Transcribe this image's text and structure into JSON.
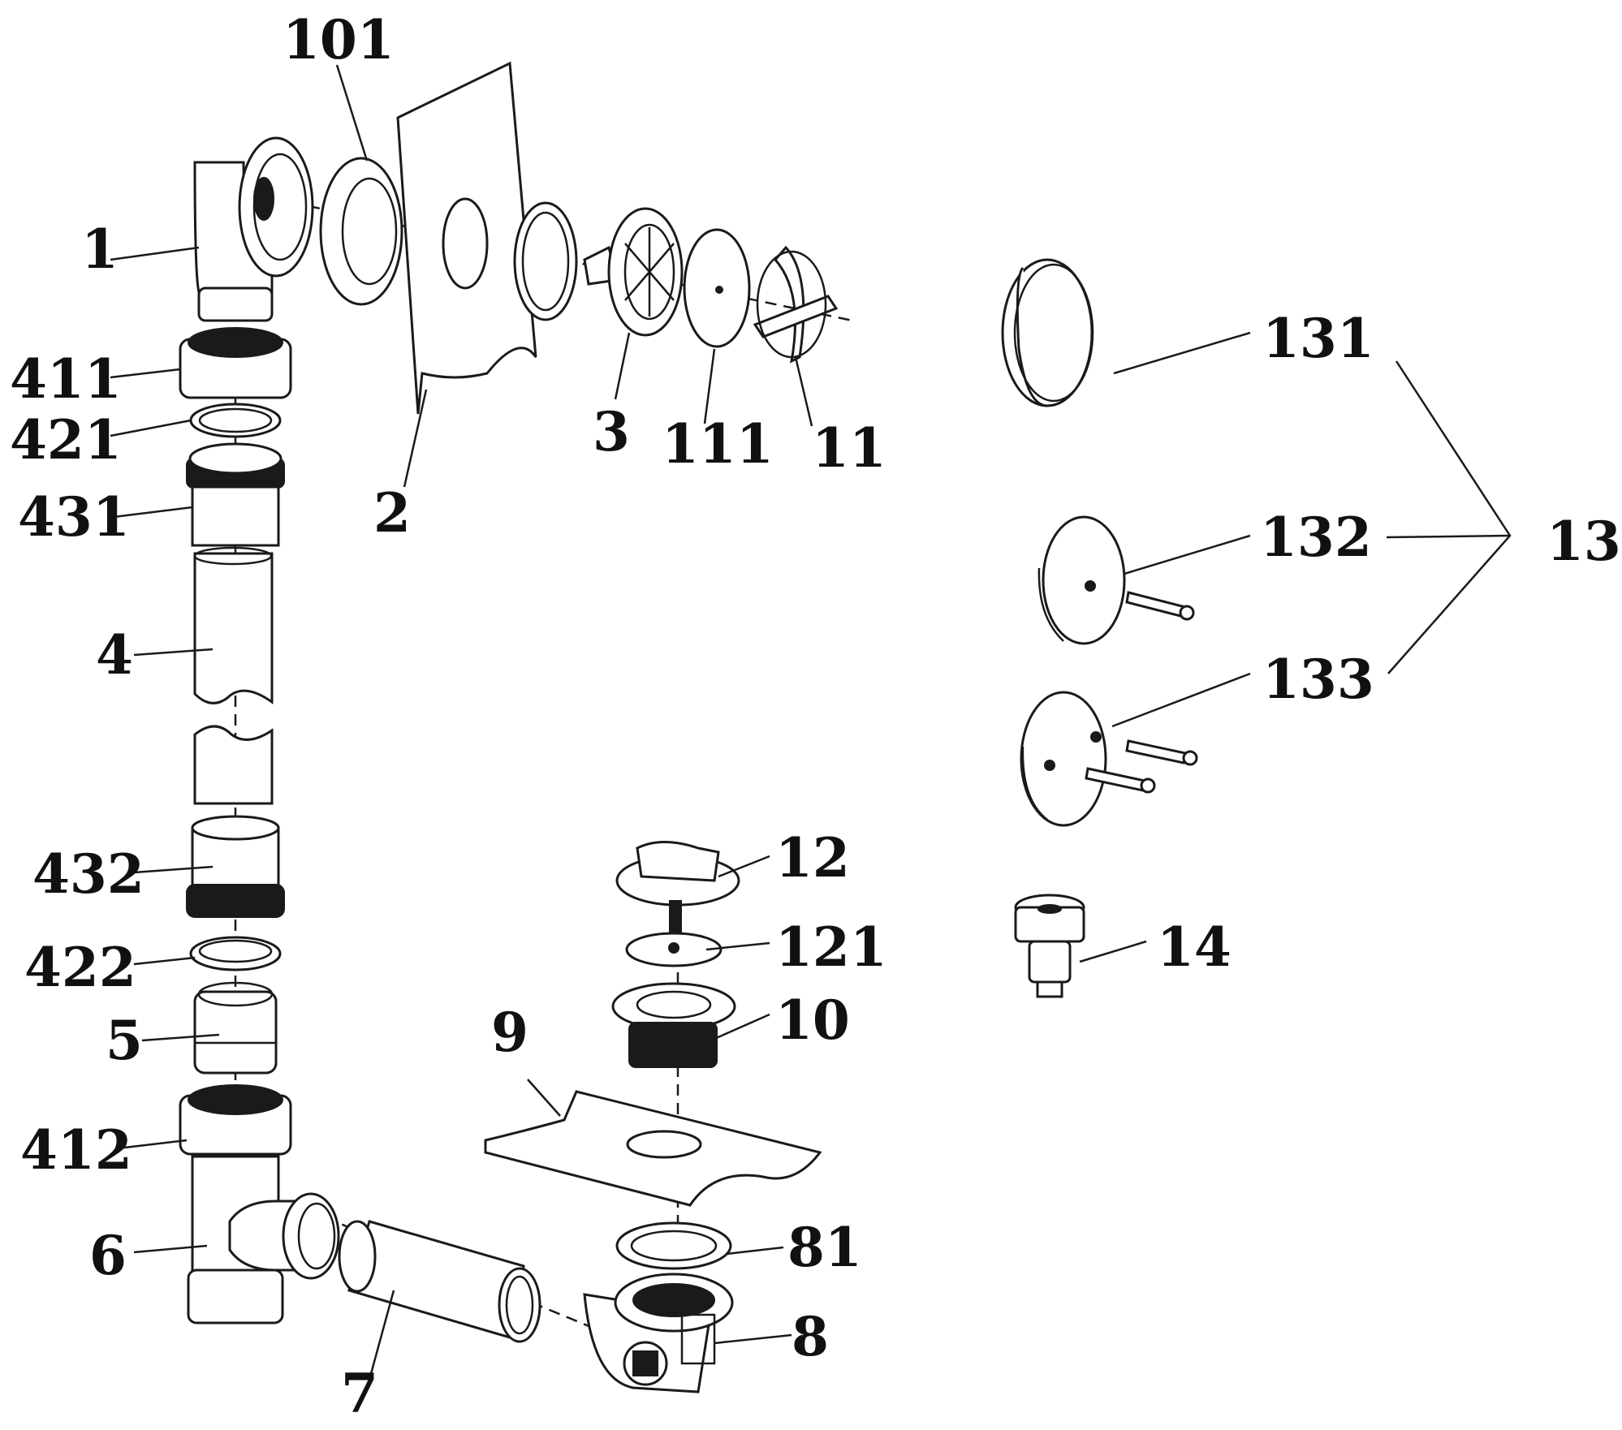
{
  "labels": {
    "l1": "1",
    "l101": "101",
    "l411": "411",
    "l421": "421",
    "l431": "431",
    "l4": "4",
    "l432": "432",
    "l422": "422",
    "l5": "5",
    "l412": "412",
    "l6": "6",
    "l7": "7",
    "l2": "2",
    "l3": "3",
    "l111": "111",
    "l11": "11",
    "l131": "131",
    "l132": "132",
    "l133": "133",
    "l13": "13",
    "l12": "12",
    "l121": "121",
    "l10": "10",
    "l9": "9",
    "l81": "81",
    "l8": "8",
    "l14": "14"
  }
}
